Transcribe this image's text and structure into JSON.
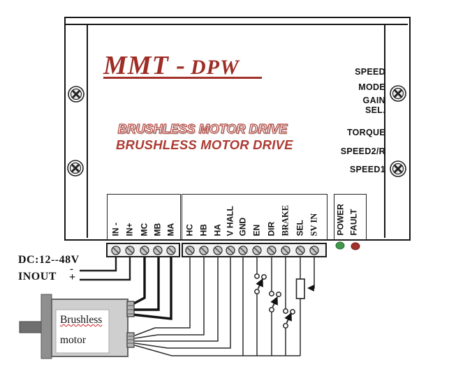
{
  "device": {
    "title_main": "MMT -",
    "title_sub": "DPW",
    "banner_outline": "BRUSHLESS MOTOR DRIVE",
    "banner_solid": "BRUSHLESS MOTOR DRIVE",
    "right_labels": [
      "SPEED",
      "MODE",
      "GAIN",
      "SEL.",
      "TORQUE",
      "SPEED2/R",
      "SPEED1"
    ]
  },
  "terminals": {
    "power_block": {
      "labels": [
        "IN -",
        "IN+",
        "MC",
        "MB",
        "MA"
      ]
    },
    "signal_block": {
      "labels": [
        "HC",
        "HB",
        "HA",
        "V HALL",
        "GND",
        "EN",
        "DIR",
        "BRAKE",
        "SEL",
        "SV IN"
      ]
    },
    "status_block": {
      "labels": [
        "POWER",
        "FAULT"
      ]
    }
  },
  "supply": {
    "voltage": "DC:12--48V",
    "label": "INOUT",
    "minus": "-",
    "plus": "+"
  },
  "motor": {
    "label_line1": "Brushless",
    "label_line2": "motor"
  },
  "indicators": {
    "power_led_color": "#3f9a4a",
    "fault_led_color": "#a23128"
  },
  "colors": {
    "accent_red": "#9e2d26",
    "banner_red": "#ad3b33",
    "text_black": "#111111"
  }
}
